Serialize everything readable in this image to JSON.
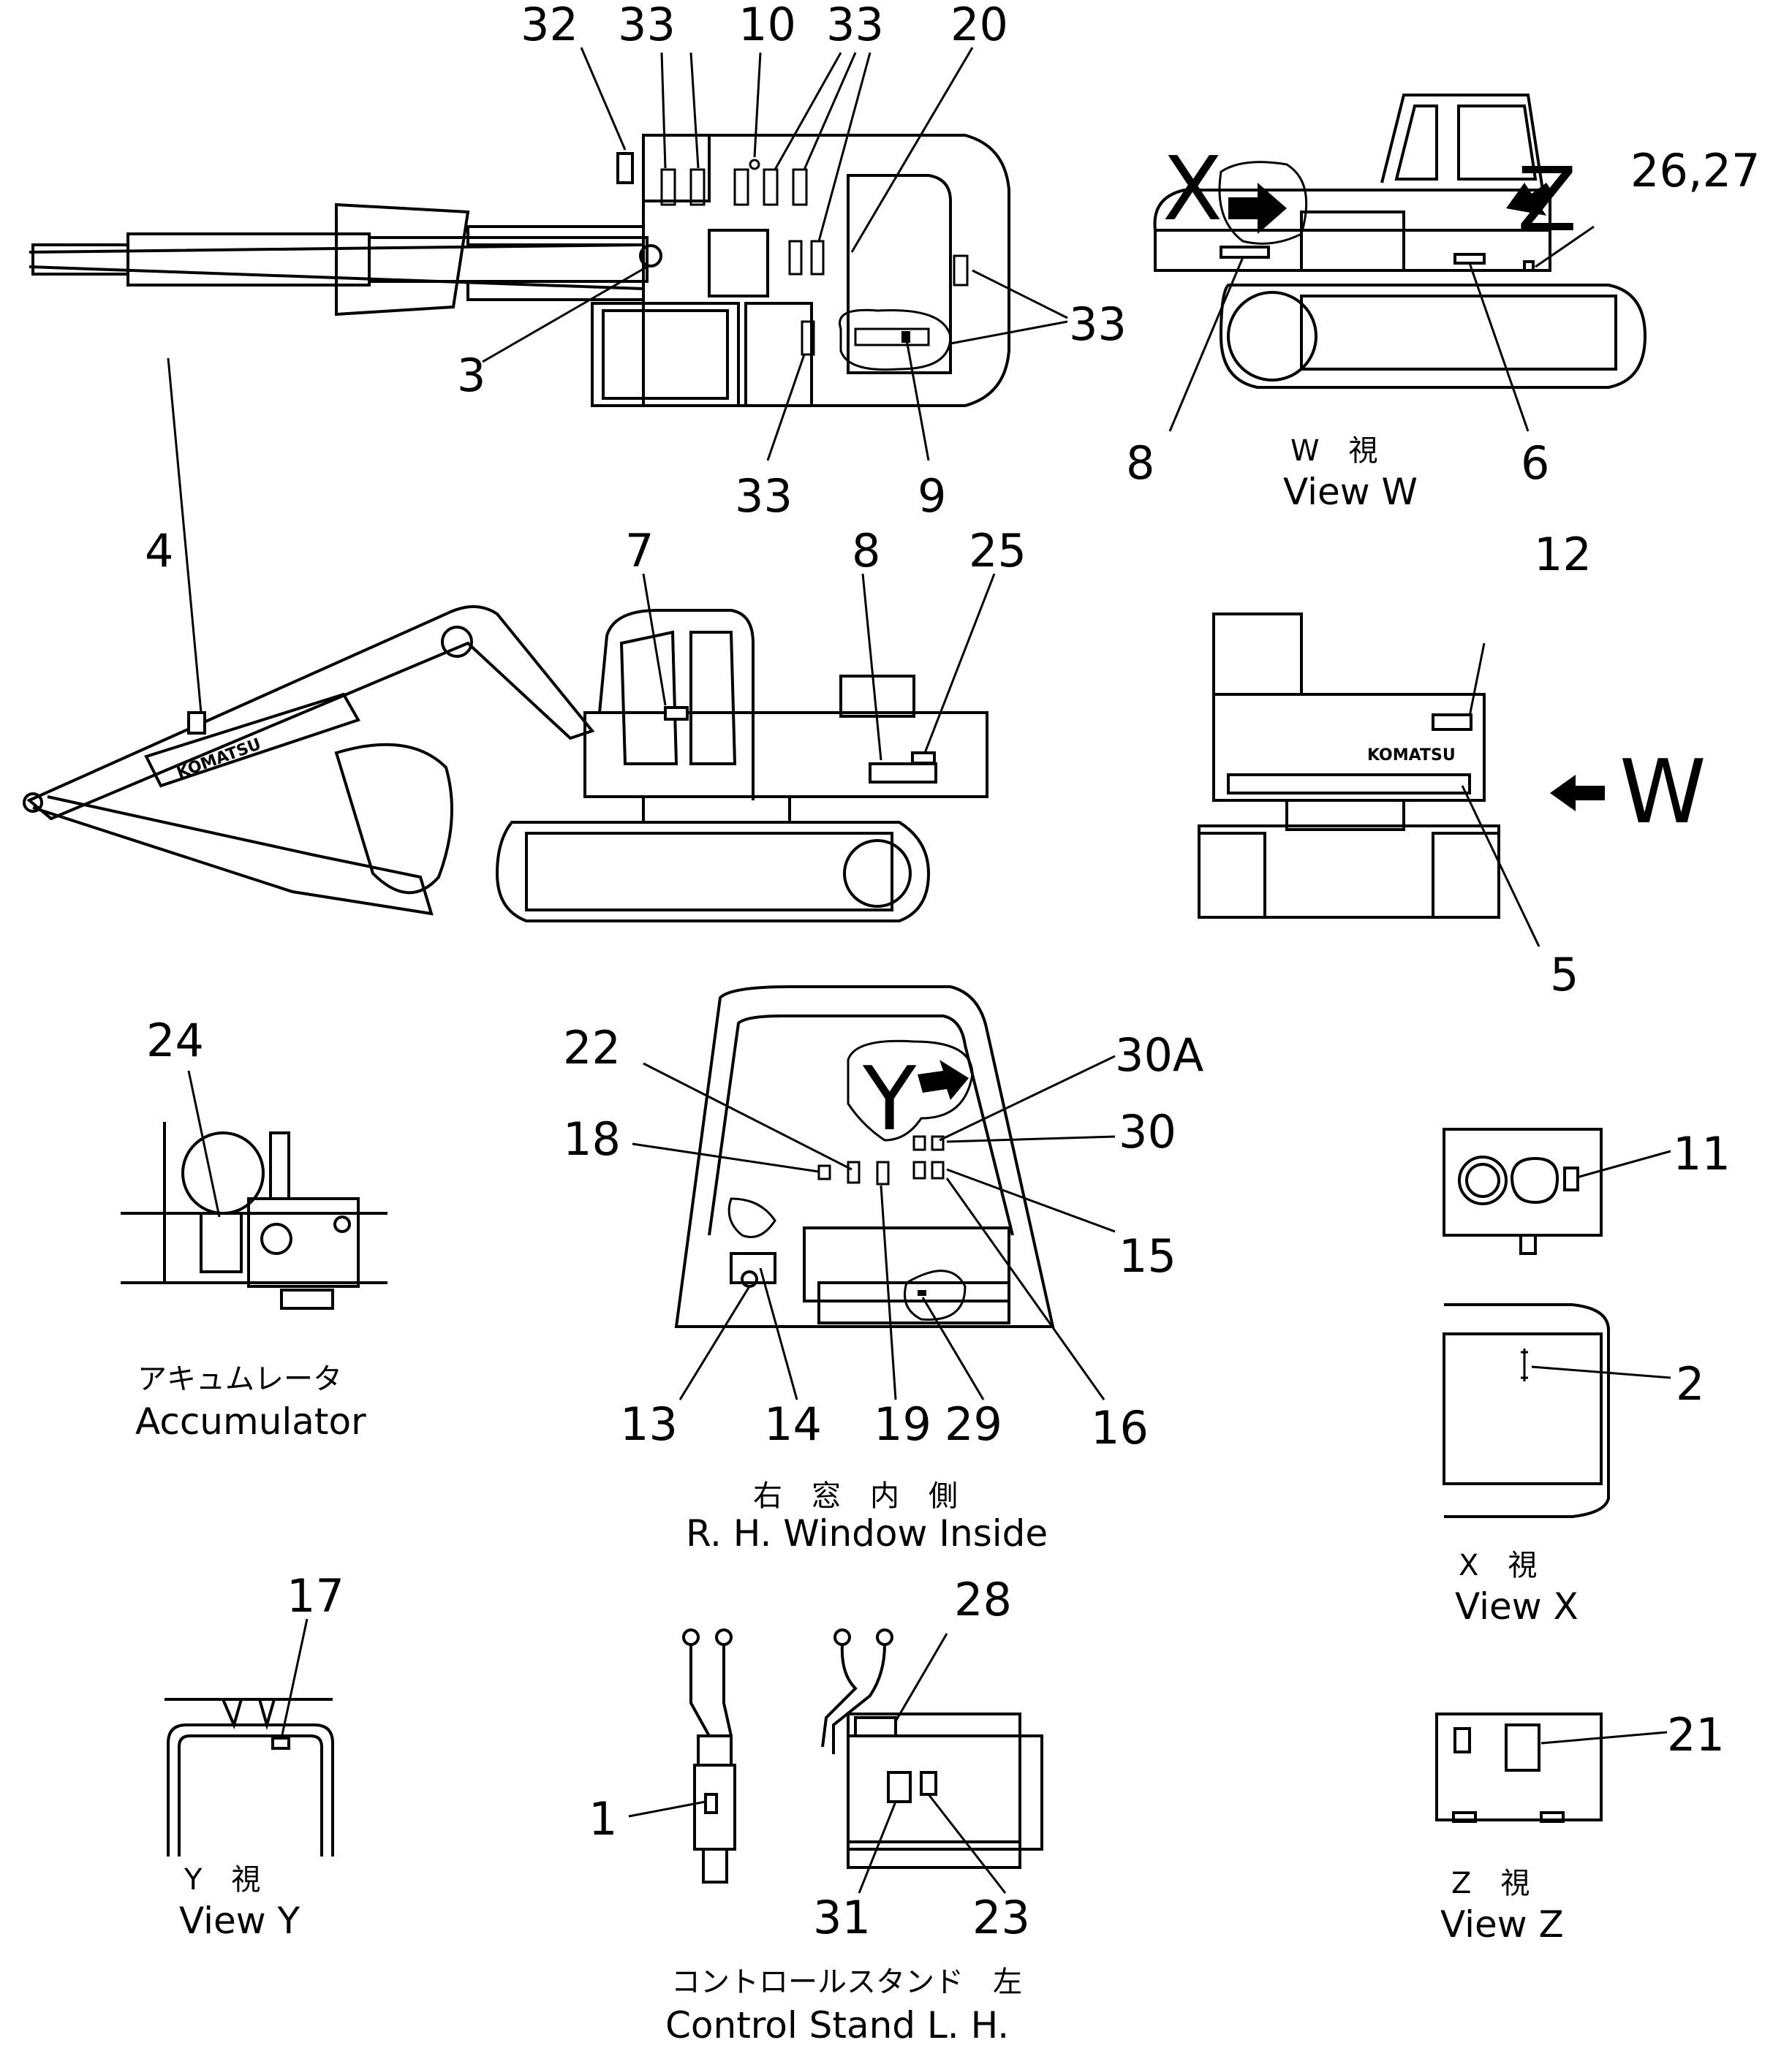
{
  "part_numbers": {
    "top": [
      "32",
      "33",
      "10",
      "33",
      "20",
      "33",
      "3",
      "33",
      "9"
    ],
    "view_w": [
      "26,27",
      "8",
      "6"
    ],
    "side": [
      "4",
      "7",
      "8",
      "25"
    ],
    "rear": [
      "12",
      "5"
    ],
    "accumulator": [
      "24"
    ],
    "window": [
      "22",
      "30A",
      "18",
      "30",
      "15",
      "13",
      "14",
      "19",
      "29",
      "16"
    ],
    "view_x": [
      "11",
      "2"
    ],
    "view_y": [
      "17"
    ],
    "control_stand": [
      "28",
      "1",
      "31",
      "23"
    ],
    "view_z": [
      "21"
    ]
  },
  "view_letters": [
    "X",
    "Z",
    "Y",
    "W"
  ],
  "brand_marks": [
    "KOMATSU",
    "KOMATSU"
  ],
  "captions": {
    "view_w": {
      "jp": "W　視",
      "en": "View  W"
    },
    "accumulator": {
      "jp": "アキュムレータ",
      "en": "Accumulator"
    },
    "window": {
      "jp": "右　窓　内　側",
      "en": "R. H.  Window  Inside"
    },
    "view_x": {
      "jp": "X　視",
      "en": "View  X"
    },
    "view_y": {
      "jp": "Y　視",
      "en": "View  Y"
    },
    "control_stand": {
      "jp": "コントロールスタンド　左",
      "en": "Control  Stand  L. H."
    },
    "view_z": {
      "jp": "Z　視",
      "en": "View  Z"
    }
  }
}
